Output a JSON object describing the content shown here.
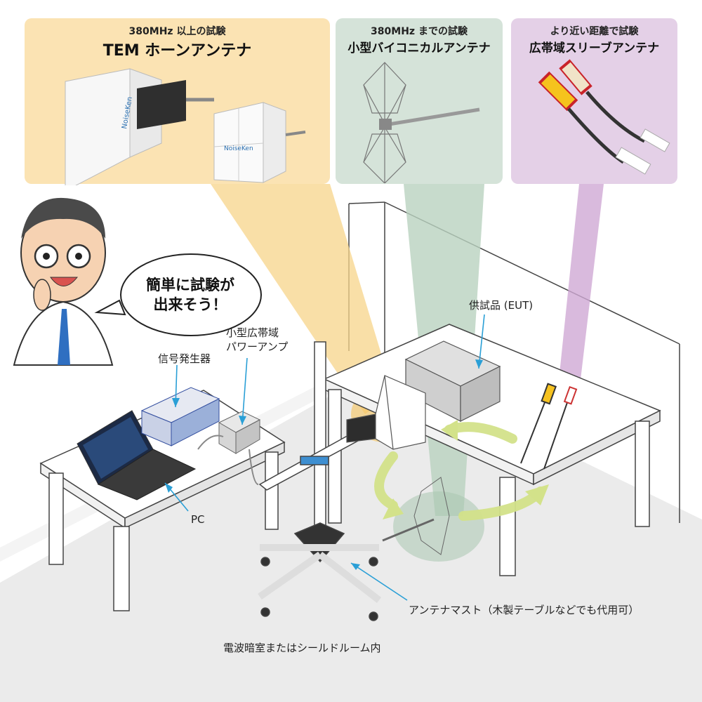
{
  "panels": [
    {
      "subtitle": "380MHz 以上の試験",
      "title": "TEM ホーンアンテナ",
      "color": "#fbe3b3"
    },
    {
      "subtitle": "380MHz までの試験",
      "title": "小型バイコニカルアンテナ",
      "color": "#d5e3d9"
    },
    {
      "subtitle": "より近い距離で試験",
      "title": "広帯域スリーブアンテナ",
      "color": "#e4d0e7"
    }
  ],
  "antenna_brand": "NoiseKen",
  "speech": {
    "line1": "簡単に試験が",
    "line2": "出来そう！"
  },
  "labels": {
    "eut": "供試品 (EUT)",
    "amp_line1": "小型広帯域",
    "amp_line2": "パワーアンプ",
    "signal_generator": "信号発生器",
    "pc": "PC",
    "mast": "アンテナマスト（木製テーブルなどでも代用可）",
    "room": "電波暗室またはシールドルーム内"
  },
  "colors": {
    "horn_beam": "#f7d48a",
    "bicon_beam": "#b9d2bf",
    "sleeve_beam": "#cfa9d4",
    "arrow": "#d3e28a",
    "leader": "#2a9fd6",
    "floor": "#ececec"
  }
}
